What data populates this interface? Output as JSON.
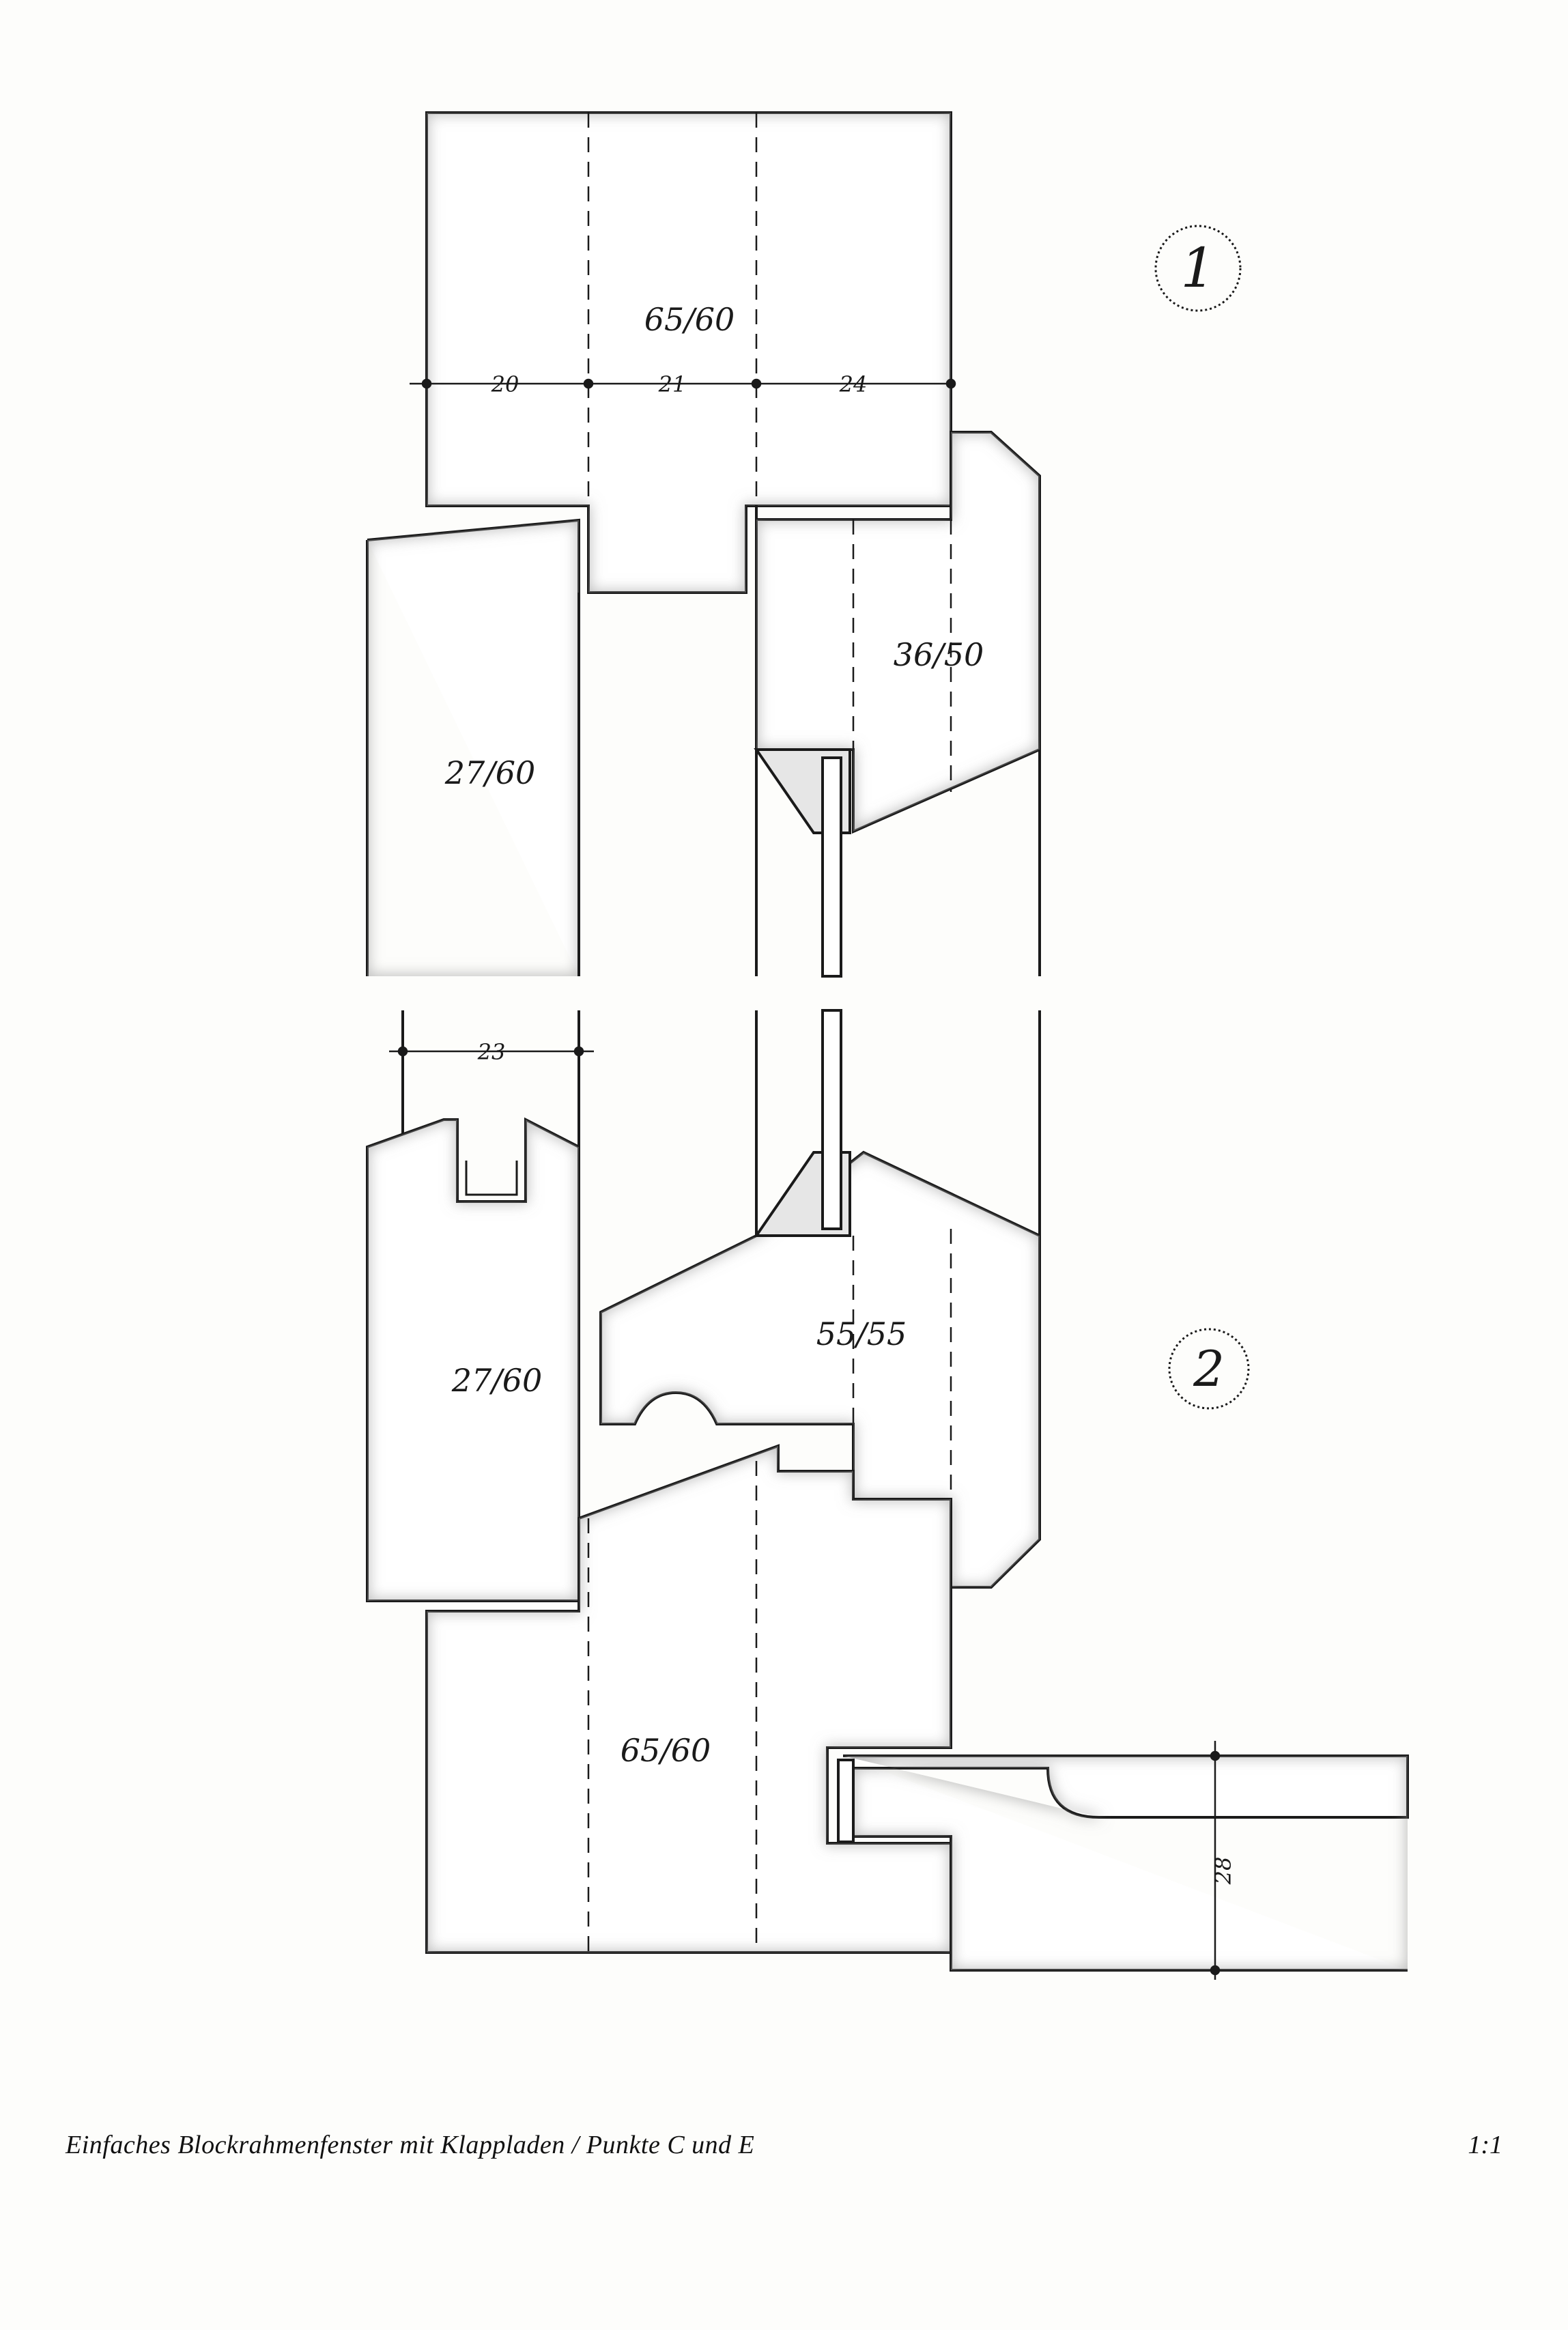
{
  "section_labels": {
    "s1": "65/60",
    "s2": "36/50",
    "s3": "27/60",
    "s4": "27/60",
    "s5": "55/55",
    "s6": "65/60"
  },
  "dimensions": {
    "d20": "20",
    "d21": "21",
    "d24": "24",
    "d23": "23",
    "d28": "28"
  },
  "detail_markers": {
    "m1": "1",
    "m2": "2"
  },
  "caption": "Einfaches Blockrahmenfenster mit Klappladen / Punkte C und E",
  "scale": "1:1",
  "colors": {
    "stroke": "#1a1a1a",
    "shade": "#8f8f8f",
    "paper": "#fdfdfb"
  }
}
